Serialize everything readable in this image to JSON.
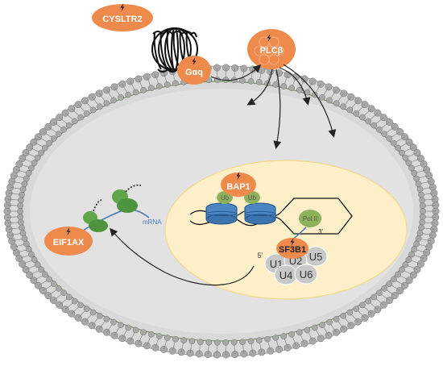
{
  "colors": {
    "membrane_head": "#a8a8a8",
    "membrane_tail": "#7a7a7a",
    "membrane_inner": "#6f8f5f",
    "cytoplasm": "#e2e2e2",
    "nucleus": "#fdf0c8",
    "protein": "#ef8a4d",
    "ubiquitin": "#8db25a",
    "histone": "#4b86c3",
    "snrnp": "#c8c8c8",
    "ribosome": "#5fa64a",
    "mrna": "#4a78b5",
    "arrow": "#222222"
  },
  "icons": {
    "lightning": "lightning-bolt-icon"
  },
  "labels": {
    "cysltr2": "CYSLTR2",
    "gaq": "Gαq",
    "plcb": "PLCβ",
    "bap1": "BAP1",
    "ub1": "Ub",
    "ub2": "Ub",
    "pol2": "Pol II",
    "prime3": "3'",
    "prime5": "5'",
    "sf3b1": "SF3B1",
    "u1": "U1",
    "u2": "U2",
    "u4": "U4",
    "u5": "U5",
    "u6": "U6",
    "eif1ax": "EIF1AX",
    "mrna": "mRNA"
  }
}
